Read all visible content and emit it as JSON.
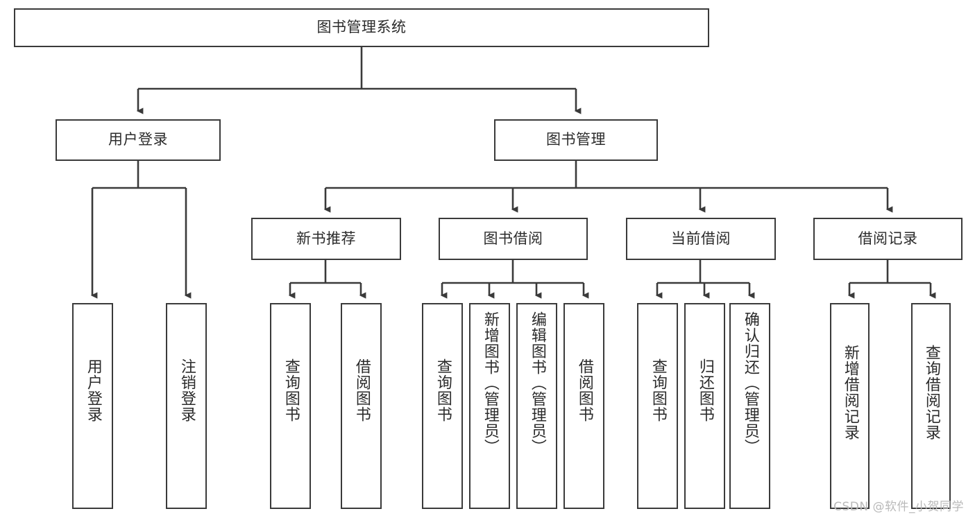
{
  "diagram": {
    "title": "图书管理系统",
    "type": "tree-hierarchy-diagram",
    "orientation": "top-down",
    "theme": {
      "stroke": "#3a3a3a",
      "fill": "#ffffff",
      "text": "#2b2b2b",
      "watermark_color": "#b9b9b9"
    },
    "root": {
      "id": "root",
      "label": "图书管理系统"
    },
    "level2": [
      {
        "id": "user-login",
        "label": "用户登录"
      },
      {
        "id": "book-management",
        "label": "图书管理"
      }
    ],
    "level3": [
      {
        "id": "new-book-recommend",
        "label": "新书推荐",
        "parent": "book-management"
      },
      {
        "id": "book-borrow",
        "label": "图书借阅",
        "parent": "book-management"
      },
      {
        "id": "current-borrow",
        "label": "当前借阅",
        "parent": "book-management"
      },
      {
        "id": "borrow-record",
        "label": "借阅记录",
        "parent": "book-management"
      }
    ],
    "leaves": [
      {
        "id": "leaf-user-login",
        "label": "用户登录",
        "parent": "user-login"
      },
      {
        "id": "leaf-logout",
        "label": "注销登录",
        "parent": "user-login"
      },
      {
        "id": "leaf-query-book-1",
        "label": "查询图书",
        "parent": "new-book-recommend"
      },
      {
        "id": "leaf-borrow-book-1",
        "label": "借阅图书",
        "parent": "new-book-recommend"
      },
      {
        "id": "leaf-query-book-2",
        "label": "查询图书",
        "parent": "book-borrow"
      },
      {
        "id": "leaf-add-book",
        "label": "新增图书（管理员）",
        "parent": "book-borrow"
      },
      {
        "id": "leaf-edit-book",
        "label": "编辑图书（管理员）",
        "parent": "book-borrow"
      },
      {
        "id": "leaf-borrow-book-2",
        "label": "借阅图书",
        "parent": "book-borrow"
      },
      {
        "id": "leaf-query-book-3",
        "label": "查询图书",
        "parent": "current-borrow"
      },
      {
        "id": "leaf-return-book",
        "label": "归还图书",
        "parent": "current-borrow"
      },
      {
        "id": "leaf-confirm-return",
        "label": "确认归还（管理员）",
        "parent": "current-borrow"
      },
      {
        "id": "leaf-add-record",
        "label": "新增借阅记录",
        "parent": "borrow-record"
      },
      {
        "id": "leaf-query-record",
        "label": "查询借阅记录",
        "parent": "borrow-record"
      }
    ],
    "watermark": "CSDN @软件_小贺同学"
  }
}
